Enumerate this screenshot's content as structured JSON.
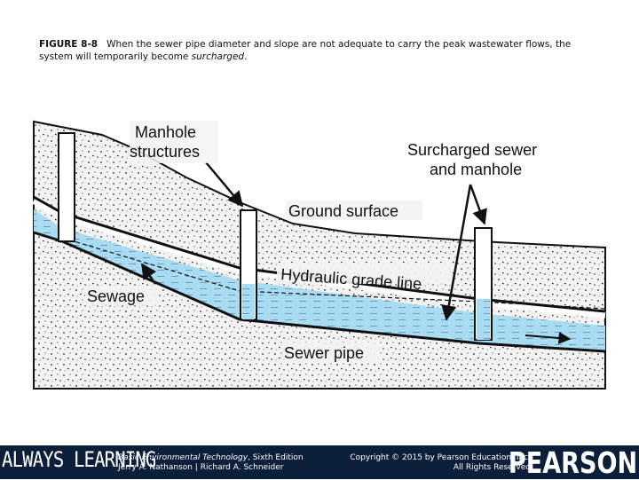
{
  "caption": {
    "figure_label": "FIGURE 8-8",
    "text": "When the sewer pipe diameter and slope are not adequate to carry the peak wastewater flows, the system will temporarily become ",
    "emphasis": "surcharged",
    "end": "."
  },
  "labels": {
    "manhole_line1": "Manhole",
    "manhole_line2": "structures",
    "surcharged_line1": "Surcharged sewer",
    "surcharged_line2": "and manhole",
    "ground_surface": "Ground surface",
    "hydraulic_grade_line": "Hydraulic grade line",
    "sewage": "Sewage",
    "sewer_pipe": "Sewer pipe"
  },
  "colors": {
    "water": "#a9dcf2",
    "soil": "#f2f2f2",
    "ink": "#111111",
    "footer_bg": "#0b1e3a"
  },
  "footer": {
    "left_brand": "ALWAYS LEARNING",
    "book_title": "Basic Environmental Technology",
    "book_edition": ", Sixth Edition",
    "authors": "Jerry A. Nathanson | Richard A. Schneider",
    "copyright": "Copyright © 2015 by Pearson Education, Inc.",
    "rights": "All Rights Reserved",
    "right_brand": "PEARSON"
  }
}
